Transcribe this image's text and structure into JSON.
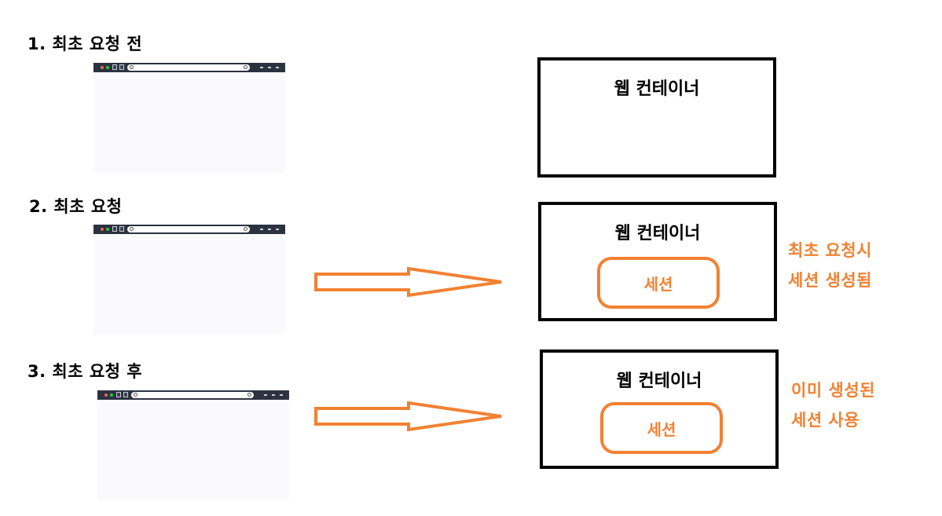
{
  "steps": [
    {
      "title": "1. 최초 요청 전"
    },
    {
      "title": "2. 최초 요청"
    },
    {
      "title": "3. 최초 요청 후"
    }
  ],
  "containers": [
    {
      "title": "웹 컨테이너"
    },
    {
      "title": "웹 컨테이너",
      "session": "세션"
    },
    {
      "title": "웹 컨테이너",
      "session": "세션"
    }
  ],
  "notes": [
    {
      "line1": "최초 요청시",
      "line2": "세션 생성됨"
    },
    {
      "line1": "이미 생성된",
      "line2": "세션 사용"
    }
  ],
  "colors": {
    "accent": "#f28132",
    "border": "#000000",
    "browser_bar": "#2b3240"
  },
  "icons": [
    "browser-window-icon",
    "arrow-right-icon"
  ]
}
